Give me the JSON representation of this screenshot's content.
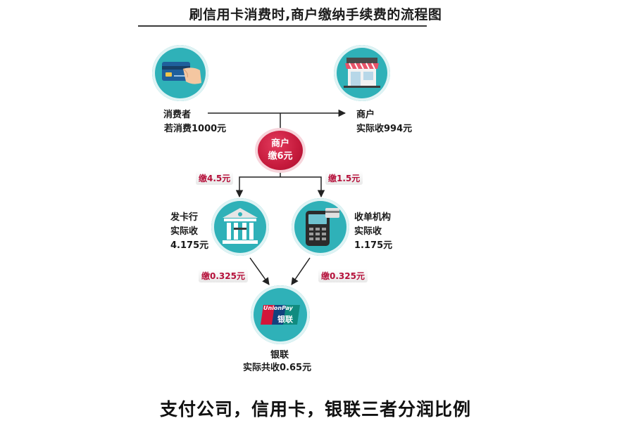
{
  "title": "刷信用卡消费时,商户缴纳手续费的流程图",
  "consumer": {
    "name": "消费者",
    "detail": "若消费1000元",
    "icon": "credit-card-hand-icon"
  },
  "merchant": {
    "name": "商户",
    "detail": "实际收994元",
    "icon": "storefront-icon"
  },
  "merchant_fee": {
    "line1": "商户",
    "line2": "缴6元"
  },
  "fee_to_issuer": "缴4.5元",
  "fee_to_acquirer": "缴1.5元",
  "issuer": {
    "line1": "发卡行",
    "line2": "实际收",
    "line3": "4.175元",
    "icon": "bank-building-icon"
  },
  "acquirer": {
    "line1": "收单机构",
    "line2": "实际收",
    "line3": "1.175元",
    "icon": "pos-terminal-icon"
  },
  "issuer_to_unionpay": "缴0.325元",
  "acquirer_to_unionpay": "缴0.325元",
  "unionpay": {
    "name": "银联",
    "detail": "实际共收0.65元",
    "logo_text_en": "UnionPay",
    "logo_text_cn": "银联",
    "icon": "unionpay-logo-icon"
  },
  "footer": "支付公司，信用卡，银联三者分润比例",
  "colors": {
    "teal": "#2fb1b8",
    "red": "#c51a3c",
    "fee_text": "#b5103a"
  }
}
